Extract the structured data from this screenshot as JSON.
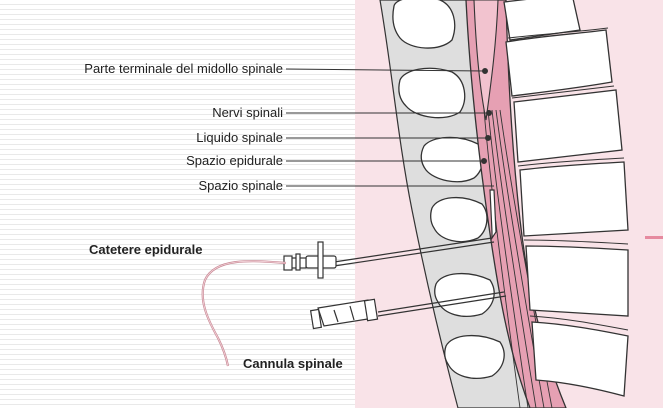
{
  "labels": {
    "terminal_cord": "Parte terminale del midollo spinale",
    "spinal_nerves": "Nervi spinali",
    "spinal_fluid": "Liquido spinale",
    "epidural_space": "Spazio epidurale",
    "spinal_space": "Spazio spinale",
    "epidural_catheter": "Catetere epidurale",
    "spinal_cannula": "Cannula spinale"
  },
  "colors": {
    "pink_background": "#f9e3e8",
    "cord": "#f2c3cf",
    "dura": "#e6a0b3",
    "bone_gray": "#dedede",
    "accent_dash": "#e68a9f"
  }
}
